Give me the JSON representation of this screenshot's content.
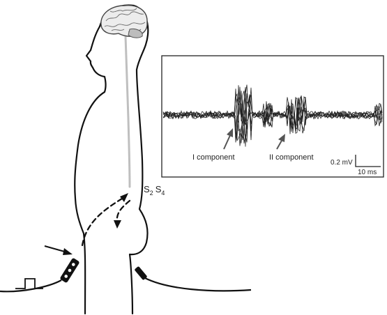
{
  "labels": {
    "spinal_level": {
      "base1": "S",
      "sub1": "2",
      "base2": "S",
      "sub2": "4"
    },
    "component_1": "I component",
    "component_2": "II component",
    "scale_voltage": "0.2 mV",
    "scale_time": "10 ms"
  },
  "icons": {
    "stimulus": "square-pulse-icon",
    "stimulating_electrode": "stimulating-electrode-icon",
    "recording_electrode": "recording-electrode-icon",
    "brain": "brain-icon",
    "stimulus_arrow": "arrow-icon",
    "component_arrow": "arrow-icon"
  },
  "colors": {
    "outline": "#111111",
    "spinal_cord": "#bfbfbf",
    "trace": "#222222",
    "brain_fill": "#d9d9d9",
    "annotation_arrow": "#555555"
  }
}
